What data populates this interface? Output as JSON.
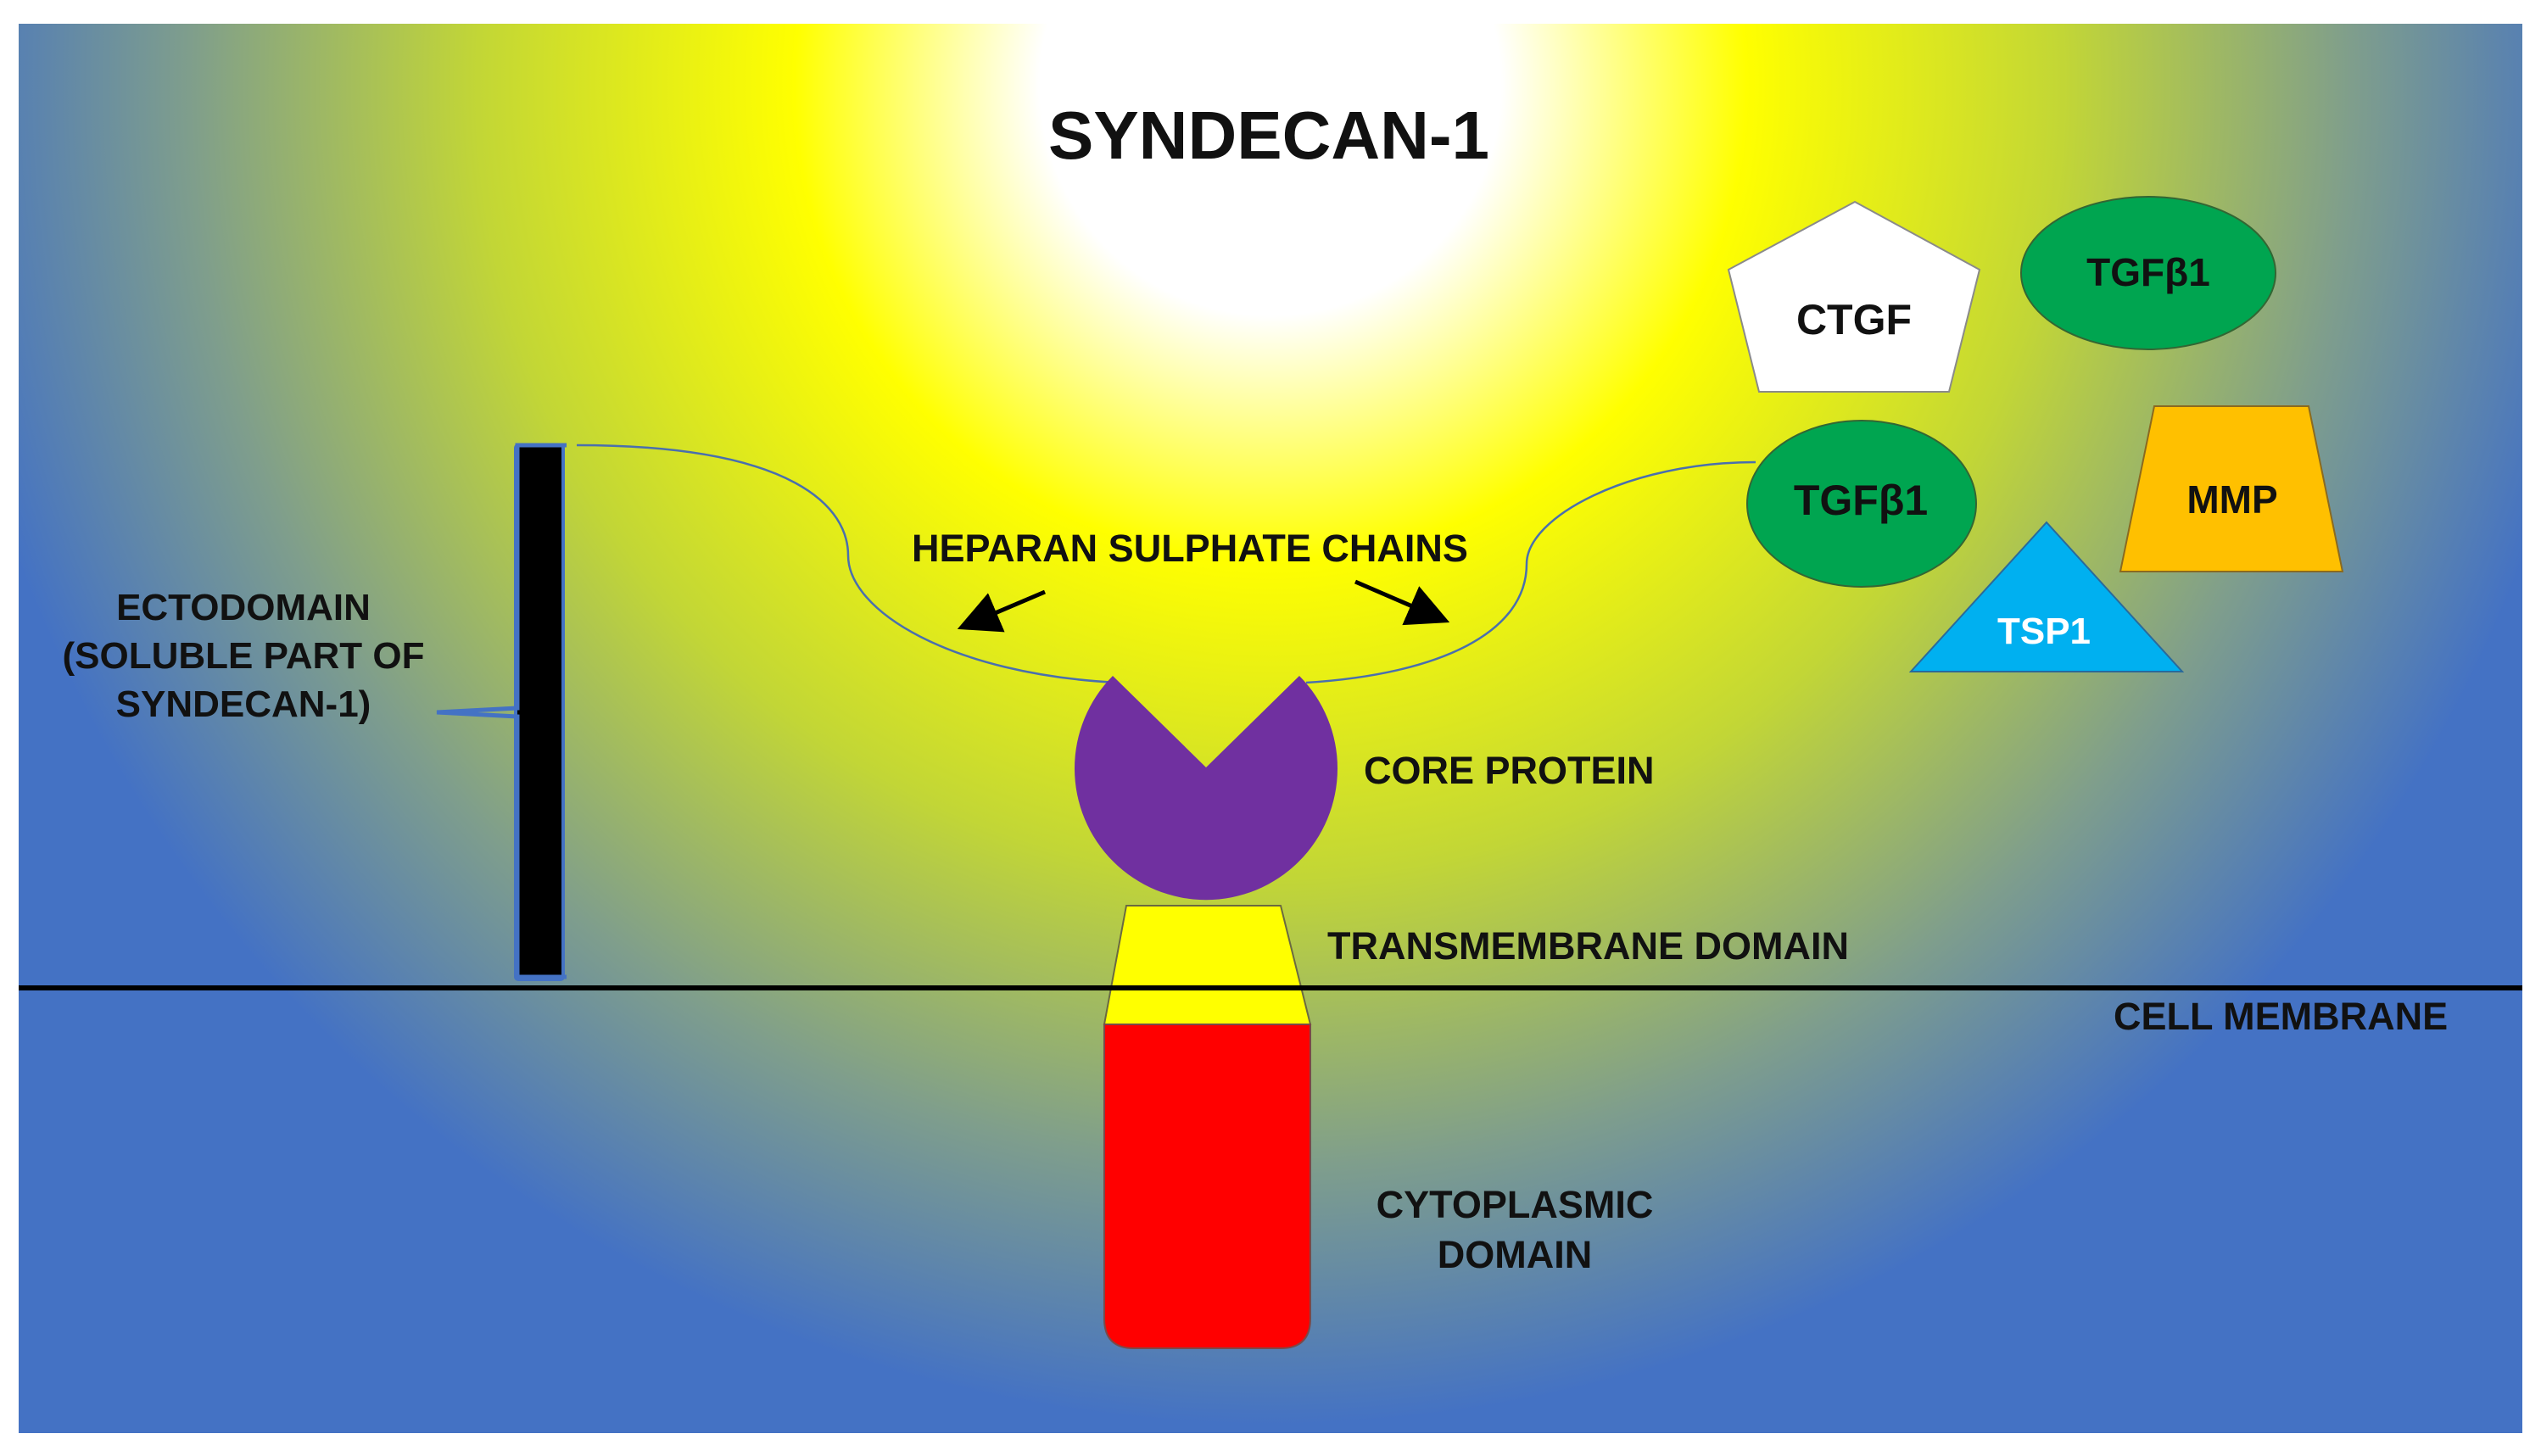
{
  "title": "SYNDECAN-1",
  "labels": {
    "heparan_sulphate_chains": "HEPARAN SULPHATE CHAINS",
    "ectodomain_line1": "ECTODOMAIN",
    "ectodomain_line2": "(SOLUBLE  PART OF",
    "ectodomain_line3": "SYNDECAN-1)",
    "core_protein": "CORE PROTEIN",
    "transmembrane_domain": "TRANSMEMBRANE DOMAIN",
    "cell_membrane": "CELL MEMBRANE",
    "cytoplasmic_line1": "CYTOPLASMIC",
    "cytoplasmic_line2": "DOMAIN"
  },
  "ligands": {
    "ctgf": "CTGF",
    "tgfb1_top": "TGFβ1",
    "tgfb1_mid": "TGFβ1",
    "mmp": "MMP",
    "tsp1": "TSP1"
  },
  "colors": {
    "background_blue": "#4472C4",
    "glow_yellow": "#FFFF00",
    "glow_white": "#FFFFFF",
    "core_protein": "#7030A0",
    "transmembrane": "#FFFF00",
    "cytoplasmic": "#FF0000",
    "tgfb1": "#00A550",
    "mmp": "#FFC000",
    "tsp1": "#00B0F0",
    "ctgf": "#FFFFFF",
    "ectodomain_bar": "#000000"
  }
}
